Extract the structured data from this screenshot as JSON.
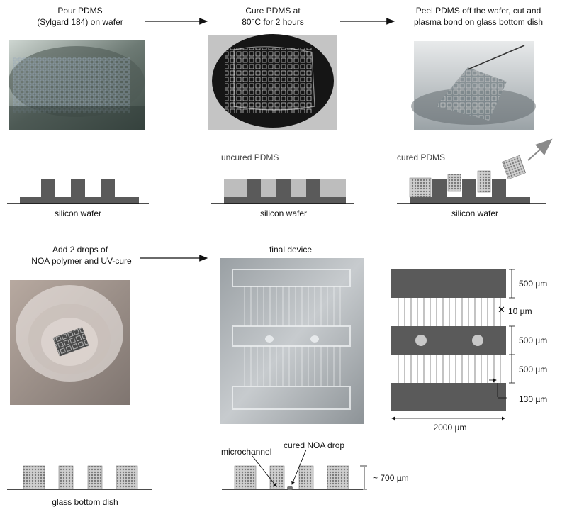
{
  "step1": {
    "line1": "Pour PDMS",
    "line2": "(Sylgard 184)  on wafer"
  },
  "step2": {
    "line1": "Cure PDMS at",
    "line2": "80°C for 2 hours"
  },
  "step3": {
    "line1": "Peel  PDMS off the wafer, cut and",
    "line2": "plasma bond on  glass bottom dish"
  },
  "step4": {
    "line1": "Add 2 drops of",
    "line2": "NOA polymer and UV-cure"
  },
  "labels": {
    "uncured_pdms": "uncured PDMS",
    "cured_pdms": "cured PDMS",
    "silicon_wafer_1": "silicon wafer",
    "silicon_wafer_2": "silicon wafer",
    "silicon_wafer_3": "silicon wafer",
    "final_device": "final device",
    "microchannel": "microchannel",
    "cured_noa_drop": "cured NOA drop",
    "glass_bottom_dish": "glass bottom dish",
    "height": "~ 700 µm"
  },
  "dimensions": {
    "top_bar": "500 µm",
    "gap": "10 µm",
    "gap_symbol": "✕",
    "middle_bar": "500 µm",
    "channel_length": "500 µm",
    "offset": "130 µm",
    "width": "2000 µm"
  },
  "colors": {
    "dark_gray": "#5a5a5a",
    "light_gray": "#bdbdbd",
    "arrow": "#111111",
    "peel_arrow": "#8a8a8a"
  }
}
